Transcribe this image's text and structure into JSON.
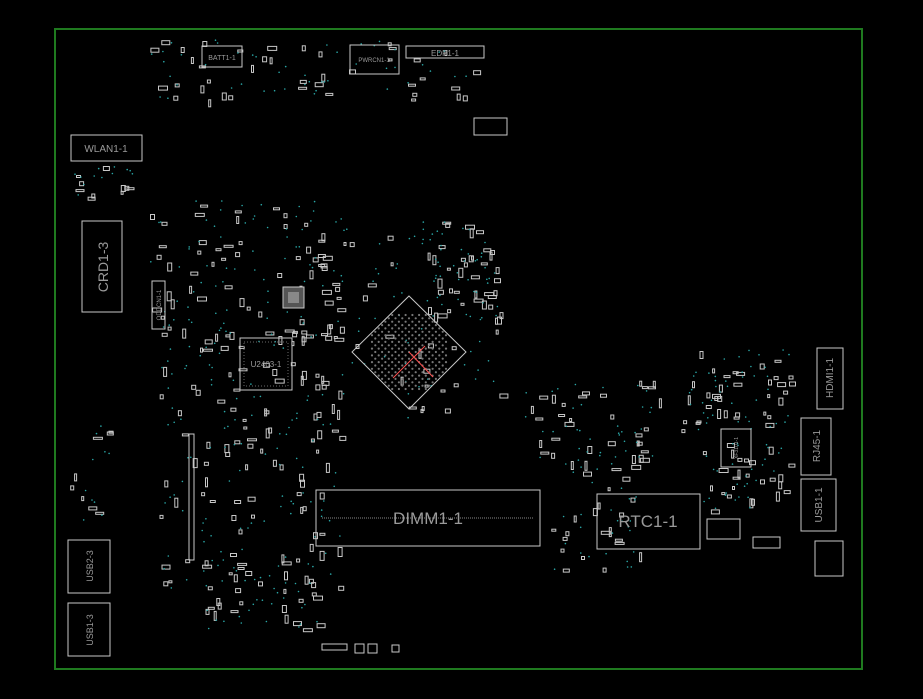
{
  "board": {
    "outline_color": "#1f7a1f",
    "trace_color": "#c8c8c8",
    "via_color": "#2aa7a7",
    "accent_color": "#ff3030"
  },
  "labels": {
    "batt": "BATT1-1",
    "pwrcn": "PWRCN1-1",
    "edp": "EDP1-1",
    "wlan": "WLAN1-1",
    "crd": "CRD1-3",
    "oddcn": "ODDCN1-1",
    "u2403": "U2403-1",
    "dimm": "DIMM1-1",
    "rtc": "RTC1-1",
    "hdmi": "HDMI1-1",
    "rj45": "RJ45-1",
    "usb1": "USB1-1",
    "usb2_3": "USB2-3",
    "usb1_3": "USB1-3",
    "xf3101": "XF3101-1"
  }
}
